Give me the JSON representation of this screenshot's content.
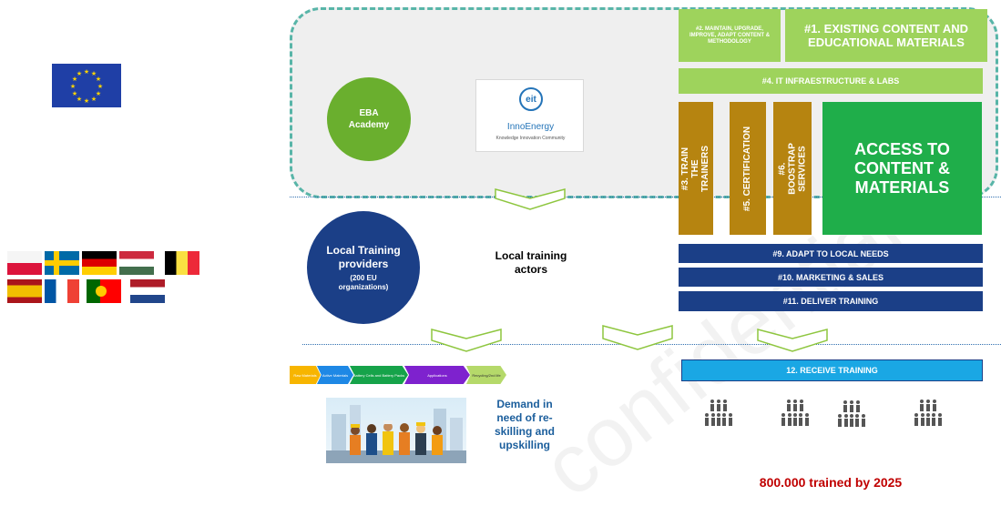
{
  "top": {
    "eba_academy": "EBA Academy",
    "innoenergy_name": "InnoEnergy",
    "innoenergy_tagline": "Knowledge Innovation Community",
    "innoenergy_logo_text": "eit",
    "box_2": "#2. MAINTAIN, UPGRADE, IMPROVE, ADAPT CONTENT & METHODOLOGY",
    "box_1": "#1. EXISTING CONTENT AND EDUCATIONAL MATERIALS",
    "box_4": "#4. IT INFRAESTRUCTURE & LABS",
    "box_3": "#3. TRAIN THE TRAINERS",
    "box_5": "#5. CERTIFICATION",
    "box_6": "#6. BOOSTRAP SERVICES",
    "access": "ACCESS TO CONTENT & MATERIALS"
  },
  "middle": {
    "providers_title": "Local Training providers",
    "providers_sub": "(200 EU organizations)",
    "actors": "Local training actors",
    "box_9": "#9. ADAPT TO LOCAL NEEDS",
    "box_10": "#10. MARKETING & SALES",
    "box_11": "#11. DELIVER TRAINING"
  },
  "bottom": {
    "chain": [
      "Raw Materials",
      "Active Materials",
      "Battery Cells and Battery Packs",
      "Applications",
      "Recycling/2nd life"
    ],
    "demand": "Demand in need of re-skilling and upskilling",
    "box_12": "12. RECEIVE TRAINING",
    "trained": "800.000 trained by 2025"
  },
  "watermark": "confidential",
  "colors": {
    "light_green": "#9ed35c",
    "mid_green": "#6aaf2e",
    "bright_green": "#1fae4a",
    "gold": "#b68410",
    "navy": "#1b3f87",
    "cyan": "#1aa7e4",
    "teal_dash": "#58b5a8",
    "red": "#c00000"
  }
}
